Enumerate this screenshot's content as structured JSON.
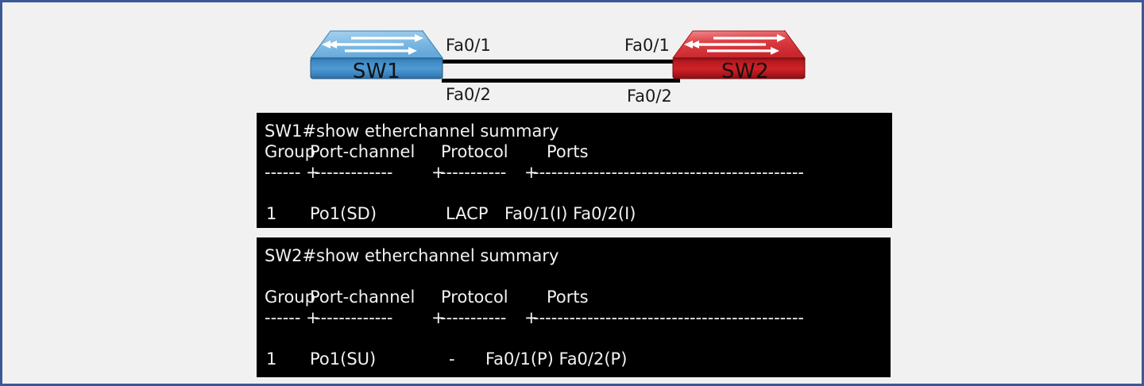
{
  "page": {
    "background_color": "#f1f1f1",
    "border_color": "#3b5998"
  },
  "topology": {
    "switches": [
      {
        "id": "sw1",
        "name": "SW1",
        "color": "#3c87c4",
        "color_dark": "#2f6fa3",
        "color_light": "#8cc4e8",
        "icon": "switch-icon"
      },
      {
        "id": "sw2",
        "name": "SW2",
        "color": "#c62127",
        "color_dark": "#9e1216",
        "color_light": "#e8676b",
        "icon": "switch-icon"
      }
    ],
    "links": [
      {
        "id": "link-1",
        "left_label": "Fa0/1",
        "right_label": "Fa0/1"
      },
      {
        "id": "link-2",
        "left_label": "Fa0/2",
        "right_label": "Fa0/2"
      }
    ]
  },
  "terminals": [
    {
      "id": "sw1-terminal",
      "command_line": "SW1#show etherchannel summary",
      "headers": {
        "group": "Group",
        "port_channel": "Port-channel",
        "protocol": "Protocol",
        "ports": "Ports"
      },
      "rule": {
        "seg1": "------",
        "plus1": "+",
        "seg2": "-------------",
        "plus2": "+",
        "seg3": "-----------",
        "plus3": "+",
        "seg4": "---------------------------------------------"
      },
      "rows": [
        {
          "group": "1",
          "port_channel": "Po1(SD)",
          "protocol": "LACP",
          "ports": "Fa0/1(I) Fa0/2(I)"
        }
      ]
    },
    {
      "id": "sw2-terminal",
      "command_line": "SW2#show etherchannel summary",
      "headers": {
        "group": "Group",
        "port_channel": "Port-channel",
        "protocol": "Protocol",
        "ports": "Ports"
      },
      "rule": {
        "seg1": "------",
        "plus1": "+",
        "seg2": "-------------",
        "plus2": "+",
        "seg3": "-----------",
        "plus3": "+",
        "seg4": "---------------------------------------------"
      },
      "rows": [
        {
          "group": "1",
          "port_channel": "Po1(SU)",
          "protocol": "-",
          "ports": "Fa0/1(P) Fa0/2(P)"
        }
      ]
    }
  ]
}
